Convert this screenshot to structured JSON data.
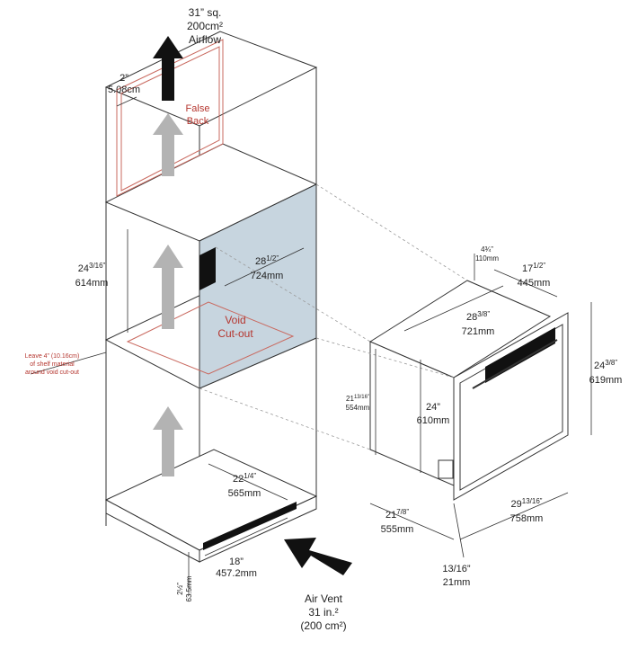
{
  "colors": {
    "line": "#333333",
    "guide": "#9a9a9a",
    "false_back": "#c9695f",
    "void_fill": "#c7d5df",
    "arrow_dark": "#111111",
    "arrow_light": "#b3b3b3",
    "label_red": "#b5362f"
  },
  "airflow": {
    "line1": "31” sq.",
    "line2": "200cm²",
    "line3": "Airflow"
  },
  "false_back_gap": {
    "line1": "2”",
    "line2": "5.08cm"
  },
  "false_back_label": {
    "line1": "False",
    "line2": "Back"
  },
  "cutout_height": {
    "whole": "24",
    "frac": "3/16”",
    "mm": "614mm"
  },
  "cutout_width": {
    "whole": "28",
    "frac": "1/2”",
    "mm": "724mm"
  },
  "void_cutout": {
    "line1": "Void",
    "line2": "Cut-out"
  },
  "shelf_note": {
    "line1": "Leave 4” (10.16cm)",
    "line2": "of shelf material",
    "line3": "around void cut-out"
  },
  "base_depth": {
    "whole": "22",
    "frac": "1/4”",
    "mm": "565mm"
  },
  "vent_width": {
    "line1": "18”",
    "line2": "457.2mm"
  },
  "vent_height": {
    "line1": "2½”",
    "line2": "63.5mm"
  },
  "air_vent": {
    "line1": "Air Vent",
    "line2": "31 in.²",
    "line3": "(200 cm²)"
  },
  "oven_trim_depth": {
    "line1": "4¾”",
    "line2": "110mm"
  },
  "oven_top_depth": {
    "whole": "17",
    "frac": "1/2”",
    "mm": "445mm"
  },
  "oven_body_width": {
    "whole": "28",
    "frac": "3/8”",
    "mm": "721mm"
  },
  "oven_total_height": {
    "whole": "24",
    "frac": "3/8”",
    "mm": "619mm"
  },
  "oven_side_height": {
    "whole": "21",
    "frac": "13/16”",
    "mm": "554mm"
  },
  "oven_body_height": {
    "line1": "24”",
    "line2": "610mm"
  },
  "oven_body_depth": {
    "whole": "21",
    "frac": "7/8”",
    "mm": "555mm"
  },
  "oven_front_width": {
    "whole": "29",
    "frac": "13/16”",
    "mm": "758mm"
  },
  "door_offset": {
    "line1": "13/16”",
    "line2": "21mm"
  }
}
